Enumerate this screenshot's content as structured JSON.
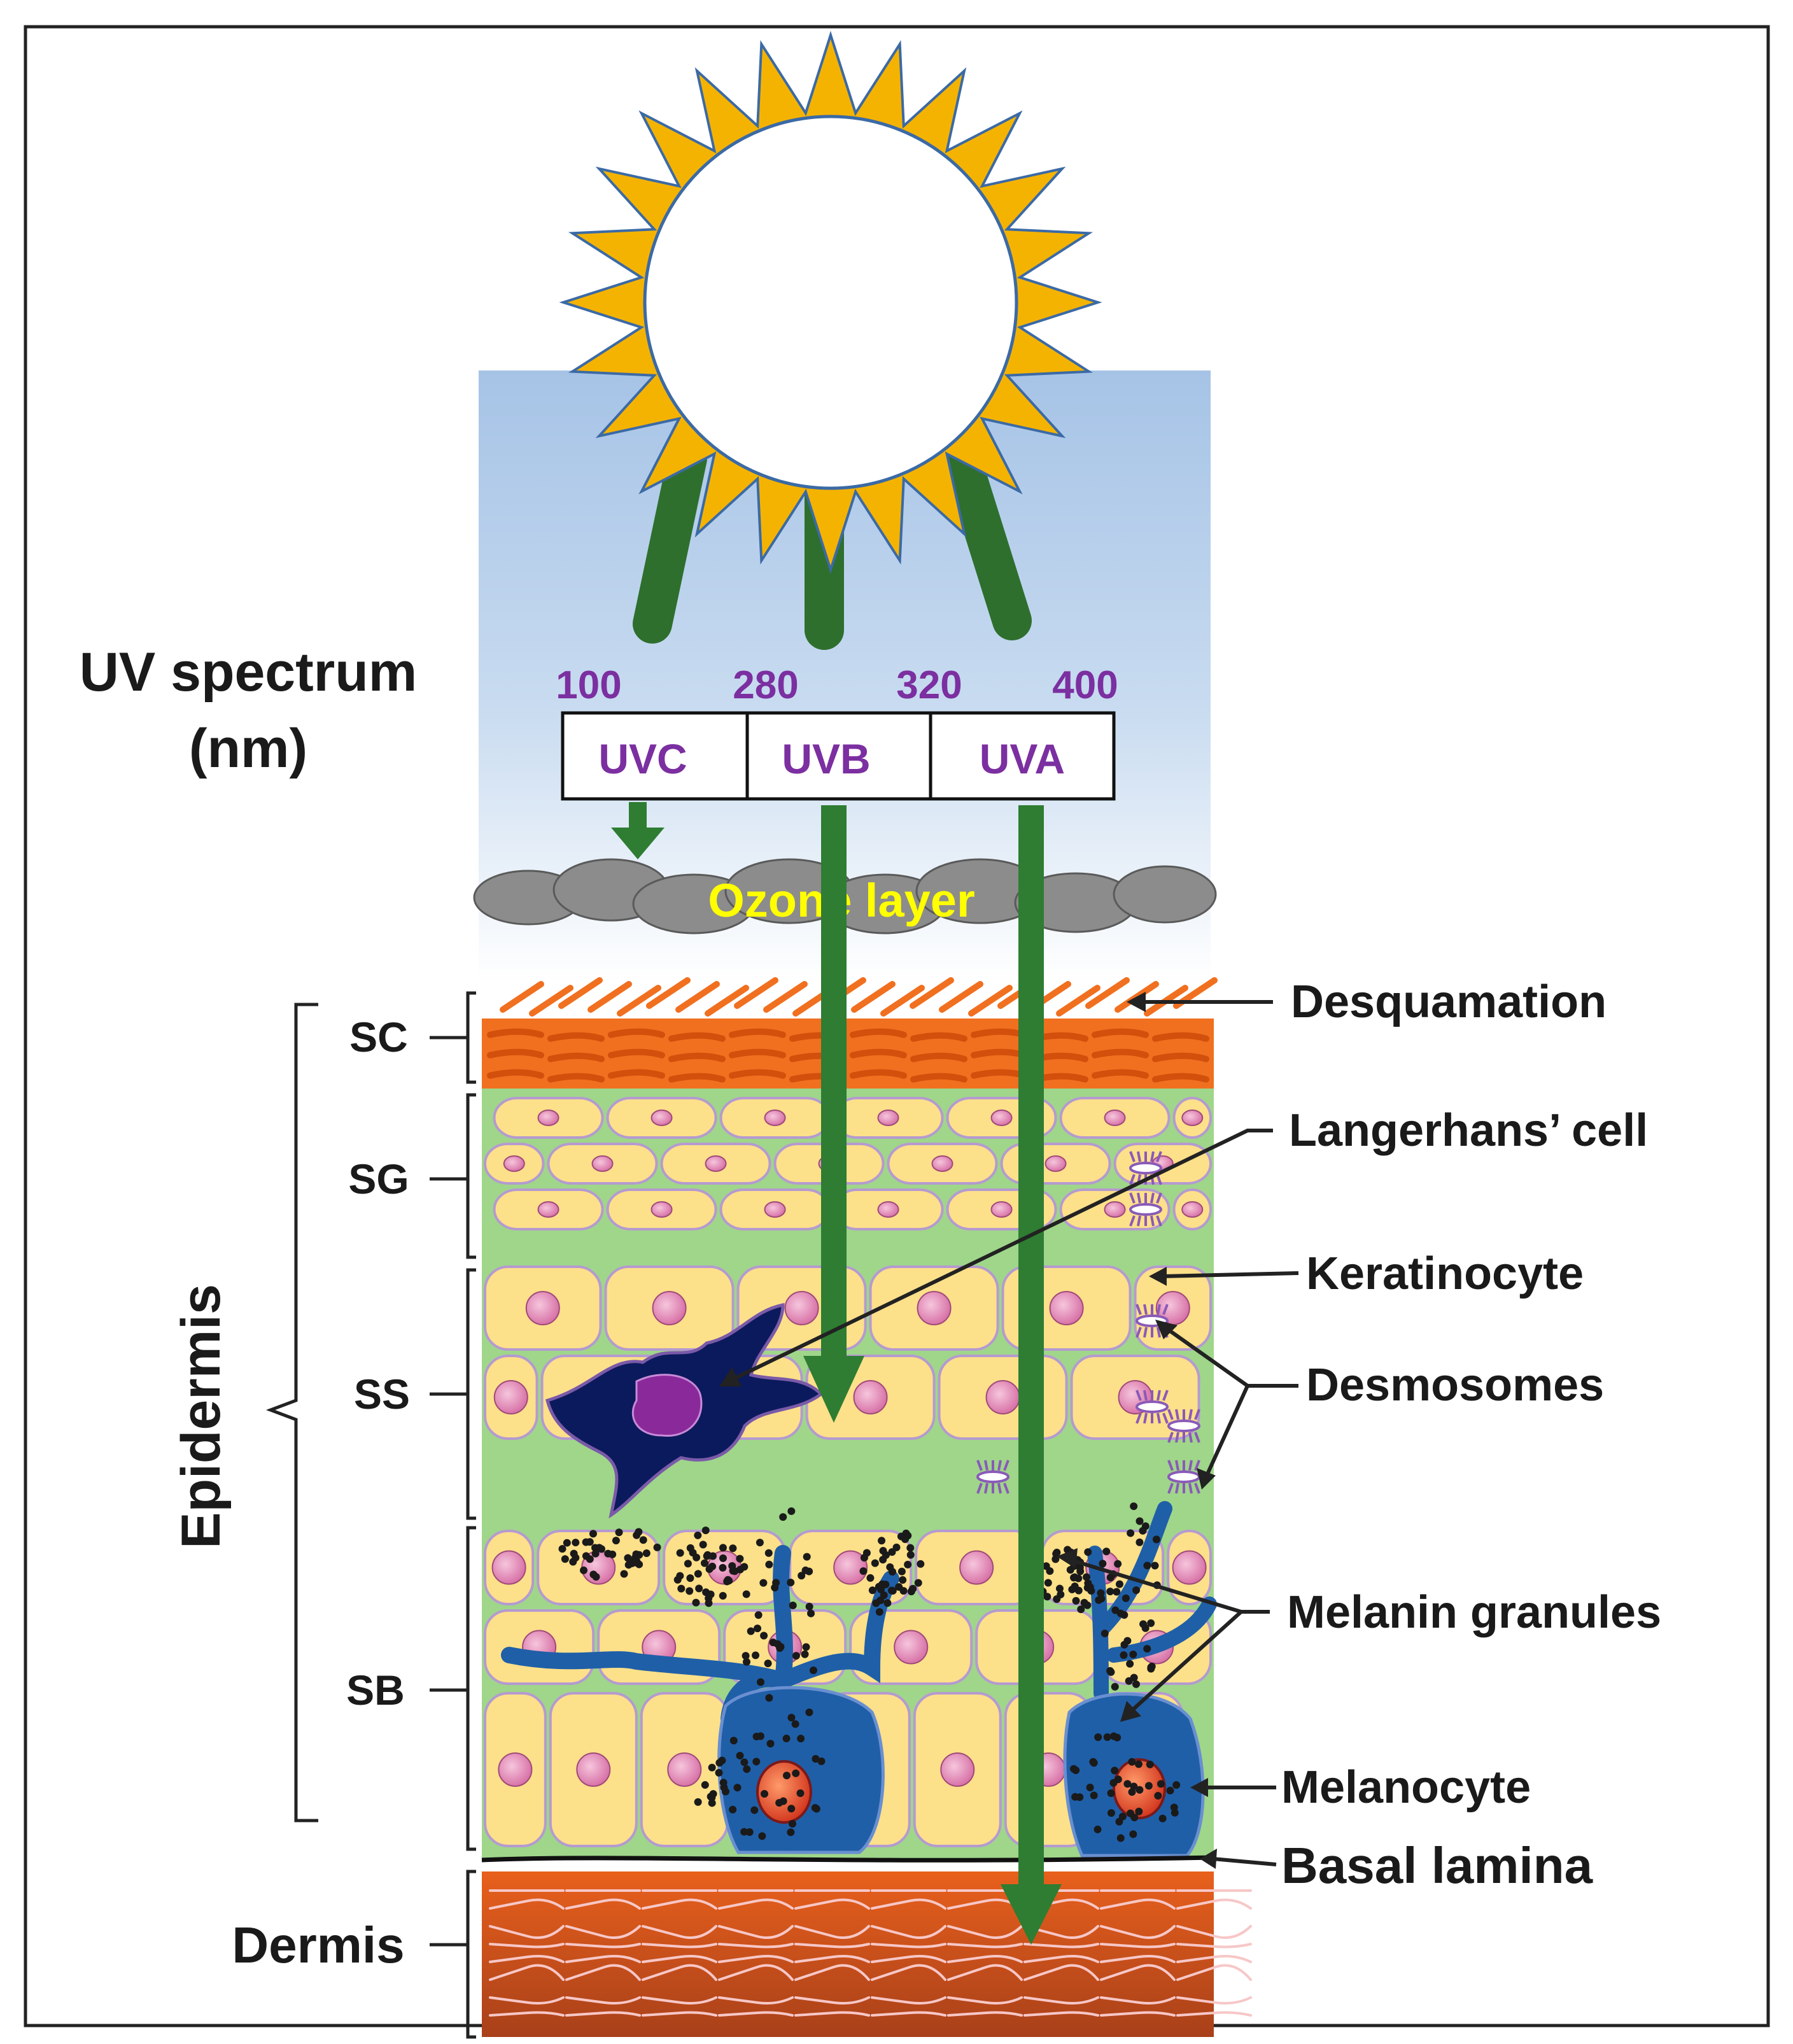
{
  "uv_spectrum": {
    "title_line1": "UV spectrum",
    "title_line2": "(nm)",
    "wavelengths": [
      "100",
      "280",
      "320",
      "400"
    ],
    "bands": [
      "UVC",
      "UVB",
      "UVA"
    ]
  },
  "ozone_label": "Ozone layer",
  "epidermis_label": "Epidermis",
  "dermis_label": "Dermis",
  "layers": [
    "SC",
    "SG",
    "SS",
    "SB"
  ],
  "annotations": {
    "desquamation": "Desquamation",
    "langerhans": "Langerhans’ cell",
    "keratinocyte": "Keratinocyte",
    "desmosomes": "Desmosomes",
    "melanin": "Melanin granules",
    "melanocyte": "Melanocyte",
    "basal_lamina": "Basal lamina"
  },
  "colors": {
    "sun_rays": "#f5b301",
    "uv_arrows": "#2e7d32",
    "wavelength_text": "#7b2fa0",
    "ozone_text": "#ffff00",
    "sky_top": "#a6c3e6",
    "stratum_corneum": "#f07020",
    "keratinocyte": "#fde08a",
    "intercellular": "#9fd68a",
    "langerhans_cell": "#0b1a5c",
    "melanocyte": "#1f5fa8",
    "dermis": "#d9541a"
  }
}
